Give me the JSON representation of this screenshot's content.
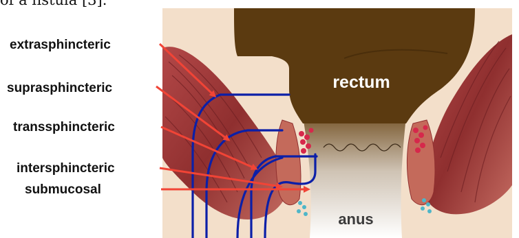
{
  "caption": {
    "top_text": "of a fistula [3]."
  },
  "labels": {
    "extrasphincteric": "extrasphincteric",
    "suprasphincteric": "suprasphincteric",
    "transsphincteric": "transsphincteric",
    "intersphincteric": "intersphincteric",
    "submucosal": "submucosal"
  },
  "organs": {
    "rectum": "rectum",
    "anus": "anus"
  },
  "colors": {
    "rectum_fill": "#5b3a10",
    "tissue_bg": "#f1dcc6",
    "muscle_dark": "#8f2f2f",
    "muscle_light": "#c9776b",
    "fistula_line": "#0b1fa8",
    "arrow": "#f14436",
    "gland": "#d6284b",
    "lymph": "#4fb6c8"
  }
}
